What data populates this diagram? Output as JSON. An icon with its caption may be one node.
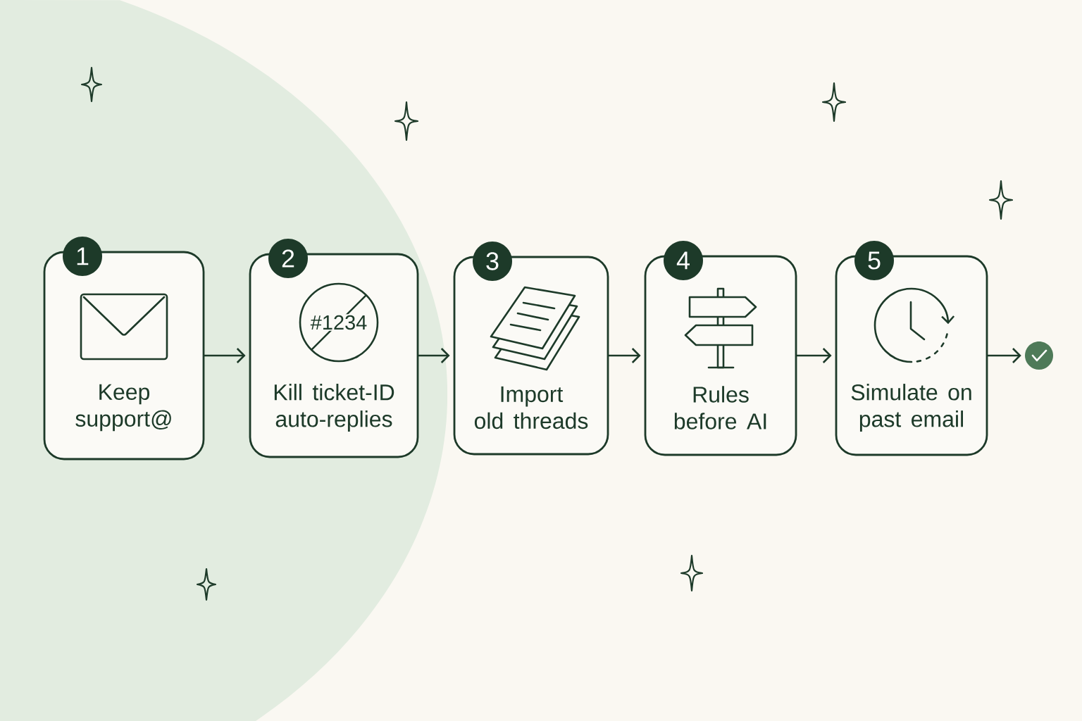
{
  "diagram": {
    "nodes": [
      {
        "text": [
          "1",
          "Keep support@"
        ]
      },
      {
        "text": [
          "2",
          "#1234",
          "Kill ticket-ID auto-replies"
        ]
      },
      {
        "text": [
          "3",
          "Import old threads"
        ]
      },
      {
        "text": [
          "4",
          "Rules before AI"
        ]
      },
      {
        "text": [
          "5",
          "Simulate on past email"
        ]
      },
      {
        "text": [],
        "shape": "circle"
      }
    ],
    "edges": [
      {
        "from": 0,
        "to": 1,
        "arrow": "to"
      },
      {
        "from": 1,
        "to": 2,
        "arrow": "to"
      },
      {
        "from": 2,
        "to": 3,
        "arrow": "to"
      },
      {
        "from": 3,
        "to": 4,
        "arrow": "to"
      },
      {
        "from": 4,
        "to": 5,
        "arrow": "to"
      }
    ]
  }
}
